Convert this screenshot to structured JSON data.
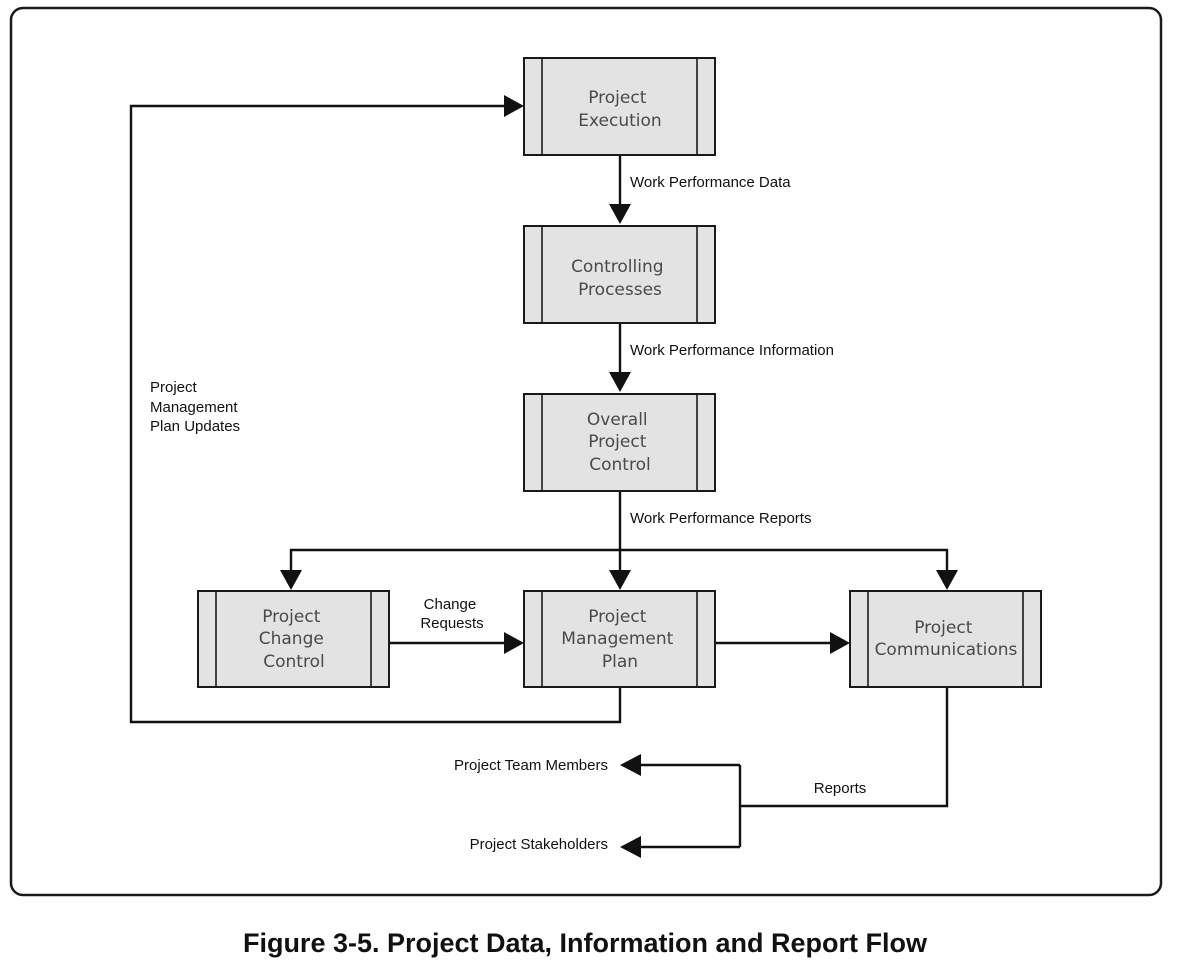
{
  "figure": {
    "caption": "Figure 3-5. Project Data, Information and Report Flow"
  },
  "nodes": {
    "execution": {
      "lines": [
        "Project",
        "Execution"
      ]
    },
    "controlling": {
      "lines": [
        "Controlling",
        "Processes"
      ]
    },
    "overall_control": {
      "lines": [
        "Overall",
        "Project",
        "Control"
      ]
    },
    "change_control": {
      "lines": [
        "Project",
        "Change",
        "Control"
      ]
    },
    "management_plan": {
      "lines": [
        "Project",
        "Management",
        "Plan"
      ]
    },
    "communications": {
      "lines": [
        "Project",
        "Communications"
      ]
    }
  },
  "edges": {
    "work_performance_data": "Work Performance Data",
    "work_performance_information": "Work Performance Information",
    "work_performance_reports": "Work Performance Reports",
    "change_requests": [
      "Change",
      "Requests"
    ],
    "plan_updates": [
      "Project",
      "Management",
      "Plan Updates"
    ],
    "reports": "Reports"
  },
  "outputs": {
    "team_members": "Project Team Members",
    "stakeholders": "Project Stakeholders"
  },
  "colors": {
    "box_fill": "#e3e3e3",
    "line": "#111111",
    "box_text": "#4a4a4a"
  }
}
